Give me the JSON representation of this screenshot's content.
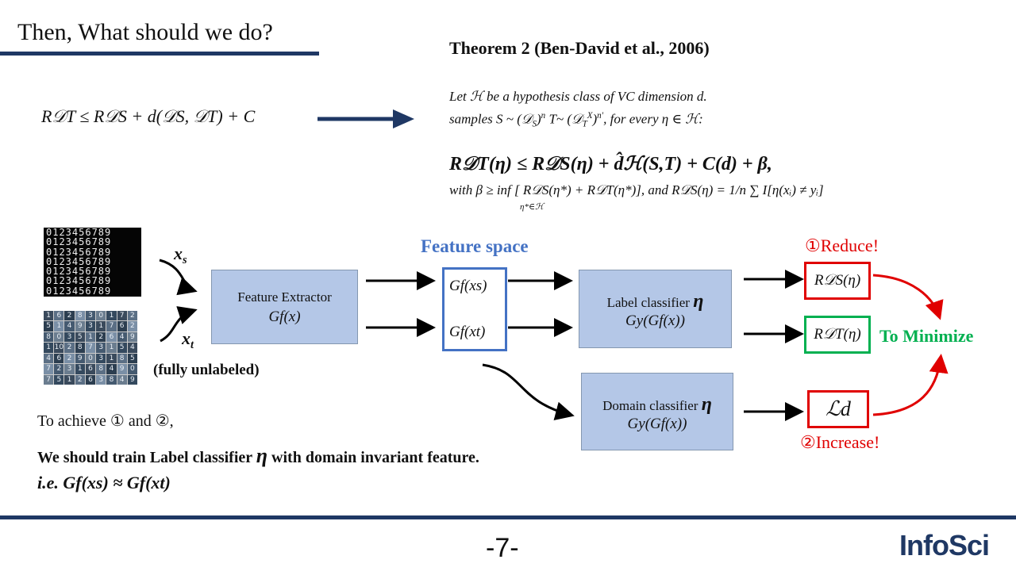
{
  "slide": {
    "title": "Then, What should we do?",
    "page_number": "-7-",
    "logo": "InfoSci"
  },
  "theorem": {
    "title": "Theorem 2  (Ben-David et al., 2006)",
    "line1": "Let ℋ be a hypothesis class of VC dimension d.",
    "line2_a": "samples S ~ (𝒟",
    "line2_b": "S",
    "line2_c": ")",
    "line2_d": "n",
    "line2_e": "  T~ (𝒟",
    "line2_f": "T",
    "line2_g": "X",
    "line2_h": ")",
    "line2_i": "n′",
    "line2_j": ", for every η ∈ ℋ:",
    "bound": "R𝒟T(η)  ≤  R𝒟S(η)  + d̂ℋ(S,T) + C(d) + β,",
    "with_beta": "with β ≥ inf [ R𝒟S(η*) + R𝒟T(η*)], and R𝒟S(η) = 1/n ∑ I[η(xᵢ) ≠ yᵢ]",
    "inf_sub": "η*∈ℋ"
  },
  "inequality": "R𝒟T ≤ R𝒟S + d(𝒟S, 𝒟T) + C",
  "diagram": {
    "xs_label": "x",
    "xs_sub": "s",
    "xt_label": "x",
    "xt_sub": "t",
    "unlabeled_note": "(fully unlabeled)",
    "feature_extractor": {
      "line1": "Feature   Extractor",
      "line2": "Gf(x)"
    },
    "feature_space_label": "Feature space",
    "gf_xs": "Gf(xs)",
    "gf_xt": "Gf(xt)",
    "label_classifier": {
      "line1": "Label classifier",
      "eta": "η",
      "line2": "Gy(Gf(x))"
    },
    "domain_classifier": {
      "line1": "Domain classifier",
      "eta": "η",
      "line2": "Gy(Gf(x))"
    },
    "reduce_label": "①Reduce!",
    "increase_label": "②Increase!",
    "minimize_label": "To Minimize",
    "risk_source": "R𝒟S(η)",
    "risk_target": "R𝒟T(η)",
    "domain_loss": "ℒd",
    "mnist_digits": [
      "0123456789",
      "0123456789",
      "0123456789",
      "0123456789",
      "0123456789",
      "0123456789",
      "0123456789"
    ],
    "svhn_cells": [
      "1",
      "6",
      "2",
      "8",
      "3",
      "0",
      "1",
      "7",
      "2",
      "5",
      "1",
      "4",
      "9",
      "3",
      "1",
      "7",
      "6",
      "2",
      "8",
      "0",
      "3",
      "5",
      "1",
      "2",
      "6",
      "4",
      "9",
      "1",
      "10",
      "2",
      "8",
      "7",
      "3",
      "1",
      "5",
      "4",
      "4",
      "6",
      "2",
      "9",
      "0",
      "3",
      "1",
      "8",
      "5",
      "7",
      "2",
      "3",
      "1",
      "6",
      "8",
      "4",
      "9",
      "0",
      "7",
      "5",
      "1",
      "2",
      "6",
      "3",
      "8",
      "4",
      "9"
    ]
  },
  "conclusion": {
    "line1": "To achieve ① and ②,",
    "line2_a": "We should train Label classifier ",
    "line2_eta": "η",
    "line2_b": " with domain invariant feature.",
    "line3": "i.e.  Gf(xs) ≈ Gf(xt)"
  },
  "colors": {
    "navy": "#1f3864",
    "blue": "#4472c4",
    "red": "#e00000",
    "green": "#00b050",
    "box_fill": "#b4c7e7"
  }
}
